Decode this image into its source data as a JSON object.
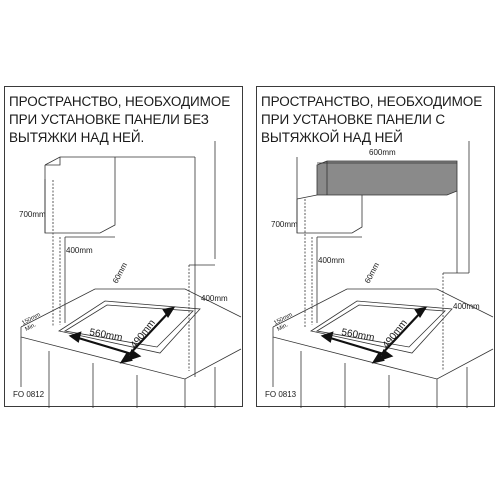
{
  "left": {
    "heading": "ПРОСТРАНСТВО, НЕОБХОДИМОЕ\nПРИ УСТАНОВКЕ ПАНЕЛИ БЕЗ\nВЫТЯЖКИ НАД НЕЙ.",
    "dim_700": "700mm",
    "dim_400_vertical": "400mm",
    "dim_400_side": "400mm",
    "dim_60": "60mm",
    "dim_560": "560mm",
    "dim_490": "490mm",
    "dim_min": "150mm\nMin.",
    "code": "FO 0812"
  },
  "right": {
    "heading": "ПРОСТРАНСТВО, НЕОБХОДИМОЕ\nПРИ УСТАНОВКЕ ПАНЕЛИ С\nВЫТЯЖКОЙ НАД НЕЙ",
    "dim_600": "600mm",
    "dim_700": "700mm",
    "dim_400_vertical": "400mm",
    "dim_400_side": "400mm",
    "dim_60": "60mm",
    "dim_560": "560mm",
    "dim_490": "490mm",
    "dim_min": "150mm\nMin.",
    "code": "FO 0813"
  }
}
